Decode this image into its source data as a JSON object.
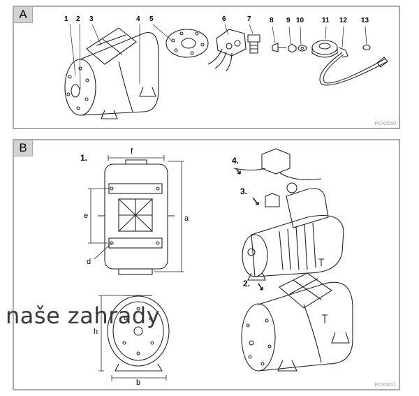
{
  "panelA": {
    "tag": "A",
    "code": "POX0050",
    "part_numbers": [
      "1",
      "2",
      "3",
      "4",
      "5",
      "6",
      "7",
      "8",
      "9",
      "10",
      "11",
      "12",
      "13"
    ]
  },
  "panelB": {
    "tag": "B",
    "code": "POX0051",
    "dimension_labels": {
      "f": "f",
      "e": "e",
      "a": "a",
      "d": "d",
      "h": "h",
      "b": "b"
    },
    "steps": [
      "1.",
      "2.",
      "3.",
      "4."
    ]
  },
  "watermark": "naše zahrady"
}
